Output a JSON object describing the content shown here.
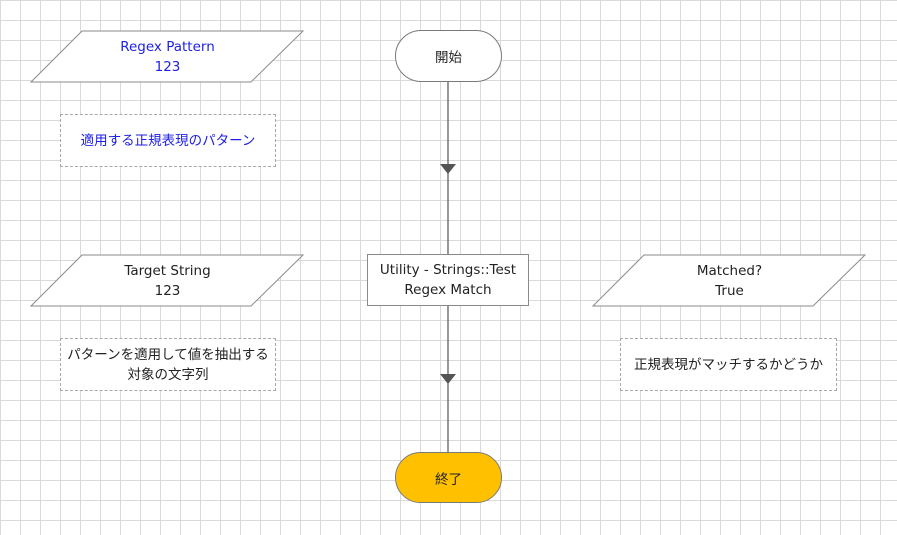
{
  "inputs": {
    "pattern": {
      "name": "Regex Pattern",
      "value": "123",
      "note": "適用する正規表現のパターン"
    },
    "target": {
      "name": "Target String",
      "value": "123",
      "note_line1": "パターンを適用して値を抽出する",
      "note_line2": "対象の文字列"
    }
  },
  "outputs": {
    "matched": {
      "name": "Matched?",
      "value": "True",
      "note": "正規表現がマッチするかどうか"
    }
  },
  "flow": {
    "start_label": "開始",
    "process_line1": "Utility - Strings::Test",
    "process_line2": "Regex Match",
    "end_label": "終了"
  },
  "colors": {
    "input_text": "#1e1ee6",
    "end_fill": "#ffc000",
    "connector": "#555555"
  }
}
